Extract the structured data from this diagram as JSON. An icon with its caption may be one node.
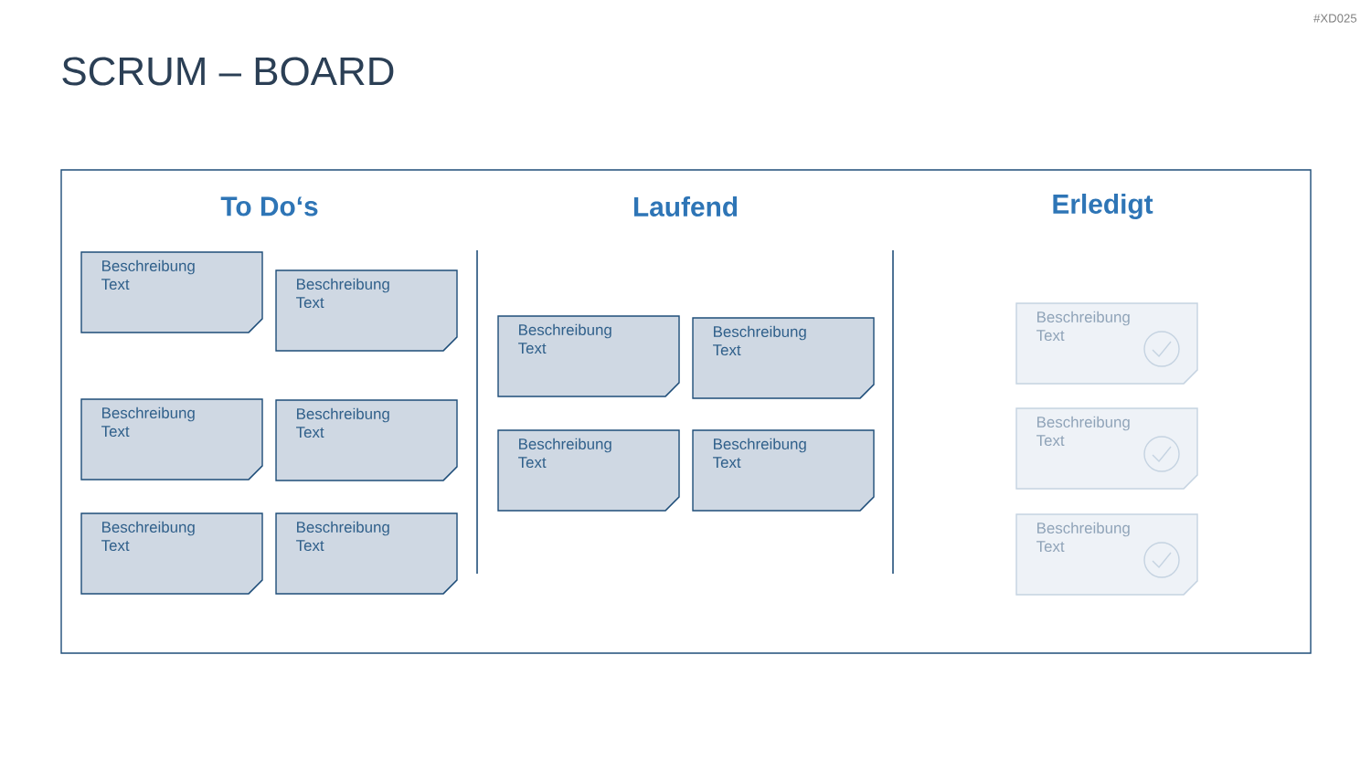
{
  "diagram": {
    "title": "SCRUM – BOARD",
    "nodes": [
      {
        "text": [],
        "shape": "box"
      },
      {
        "text": [
          "Beschreibung",
          "Text"
        ],
        "in": 0
      },
      {
        "text": [
          "Beschreibung",
          "Text"
        ],
        "in": 0
      },
      {
        "text": [
          "Beschreibung",
          "Text"
        ],
        "in": 0
      },
      {
        "text": [
          "Beschreibung",
          "Text"
        ],
        "in": 0
      },
      {
        "text": [
          "Beschreibung",
          "Text"
        ],
        "in": 0
      },
      {
        "text": [
          "Beschreibung",
          "Text"
        ],
        "in": 0
      },
      {
        "text": [
          "Beschreibung",
          "Text"
        ],
        "in": 0
      },
      {
        "text": [
          "Beschreibung",
          "Text"
        ],
        "in": 0
      },
      {
        "text": [
          "Beschreibung",
          "Text"
        ],
        "in": 0
      },
      {
        "text": [
          "Beschreibung",
          "Text"
        ],
        "in": 0
      },
      {
        "text": [
          "Beschreibung",
          "Text"
        ],
        "in": 0
      },
      {
        "text": [
          "Beschreibung",
          "Text"
        ],
        "in": 0
      },
      {
        "text": [
          "Beschreibung",
          "Text"
        ],
        "in": 0
      }
    ],
    "labels": [
      "#XD025",
      "To Do‘s",
      "Laufend",
      "Erledigt"
    ]
  }
}
